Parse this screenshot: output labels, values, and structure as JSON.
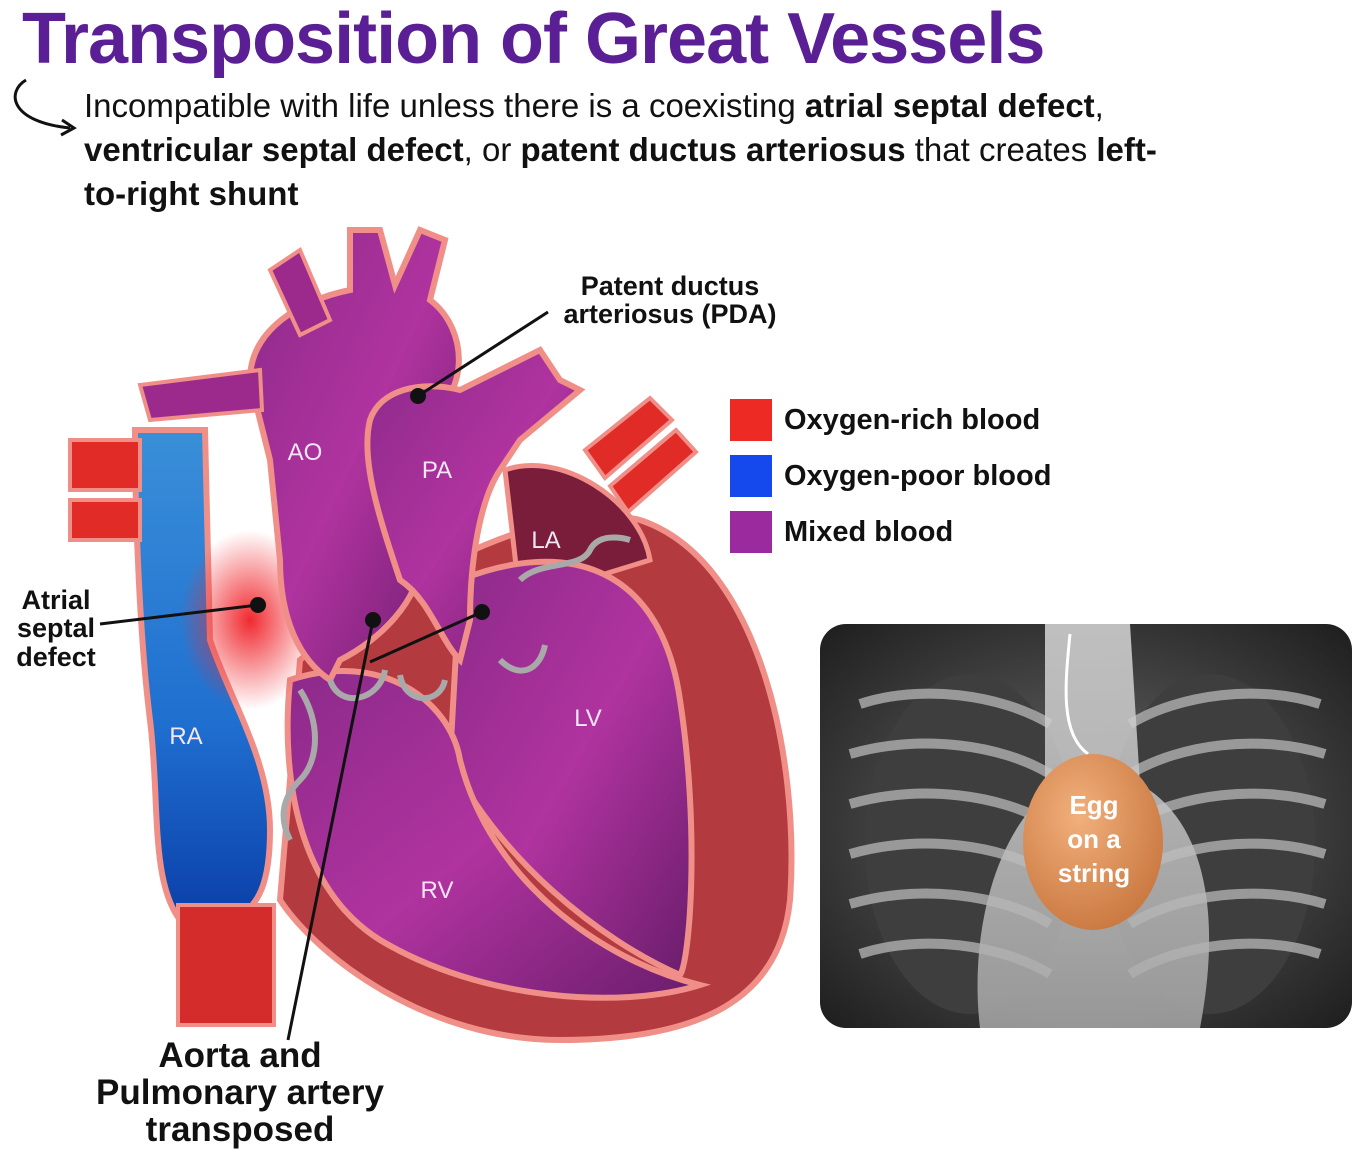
{
  "title": "Transposition of Great Vessels",
  "subtitle": {
    "t1": "Incompatible with life unless there is a coexisting ",
    "b1": "atrial septal defect",
    "t2": ", ",
    "b2": "ventricular septal defect",
    "t3": ", or ",
    "b3": "patent ductus arteriosus",
    "t4": " that creates ",
    "b4": "left-to-right shunt"
  },
  "heart_labels": {
    "ao": "AO",
    "pa": "PA",
    "la": "LA",
    "lv": "LV",
    "ra": "RA",
    "rv": "RV"
  },
  "callouts": {
    "pda_line1": "Patent ductus",
    "pda_line2": "arteriosus (PDA)",
    "asd_line1": "Atrial",
    "asd_line2": "septal",
    "asd_line3": "defect",
    "transposed_line1": "Aorta and",
    "transposed_line2": "Pulmonary artery",
    "transposed_line3": "transposed"
  },
  "legend": [
    {
      "label": "Oxygen-rich blood",
      "color": "#ee2a24"
    },
    {
      "label": "Oxygen-poor blood",
      "color": "#1549ee"
    },
    {
      "label": "Mixed blood",
      "color": "#9b2a9e"
    }
  ],
  "xray": {
    "egg_line1": "Egg",
    "egg_line2": "on a",
    "egg_line3": "string"
  }
}
